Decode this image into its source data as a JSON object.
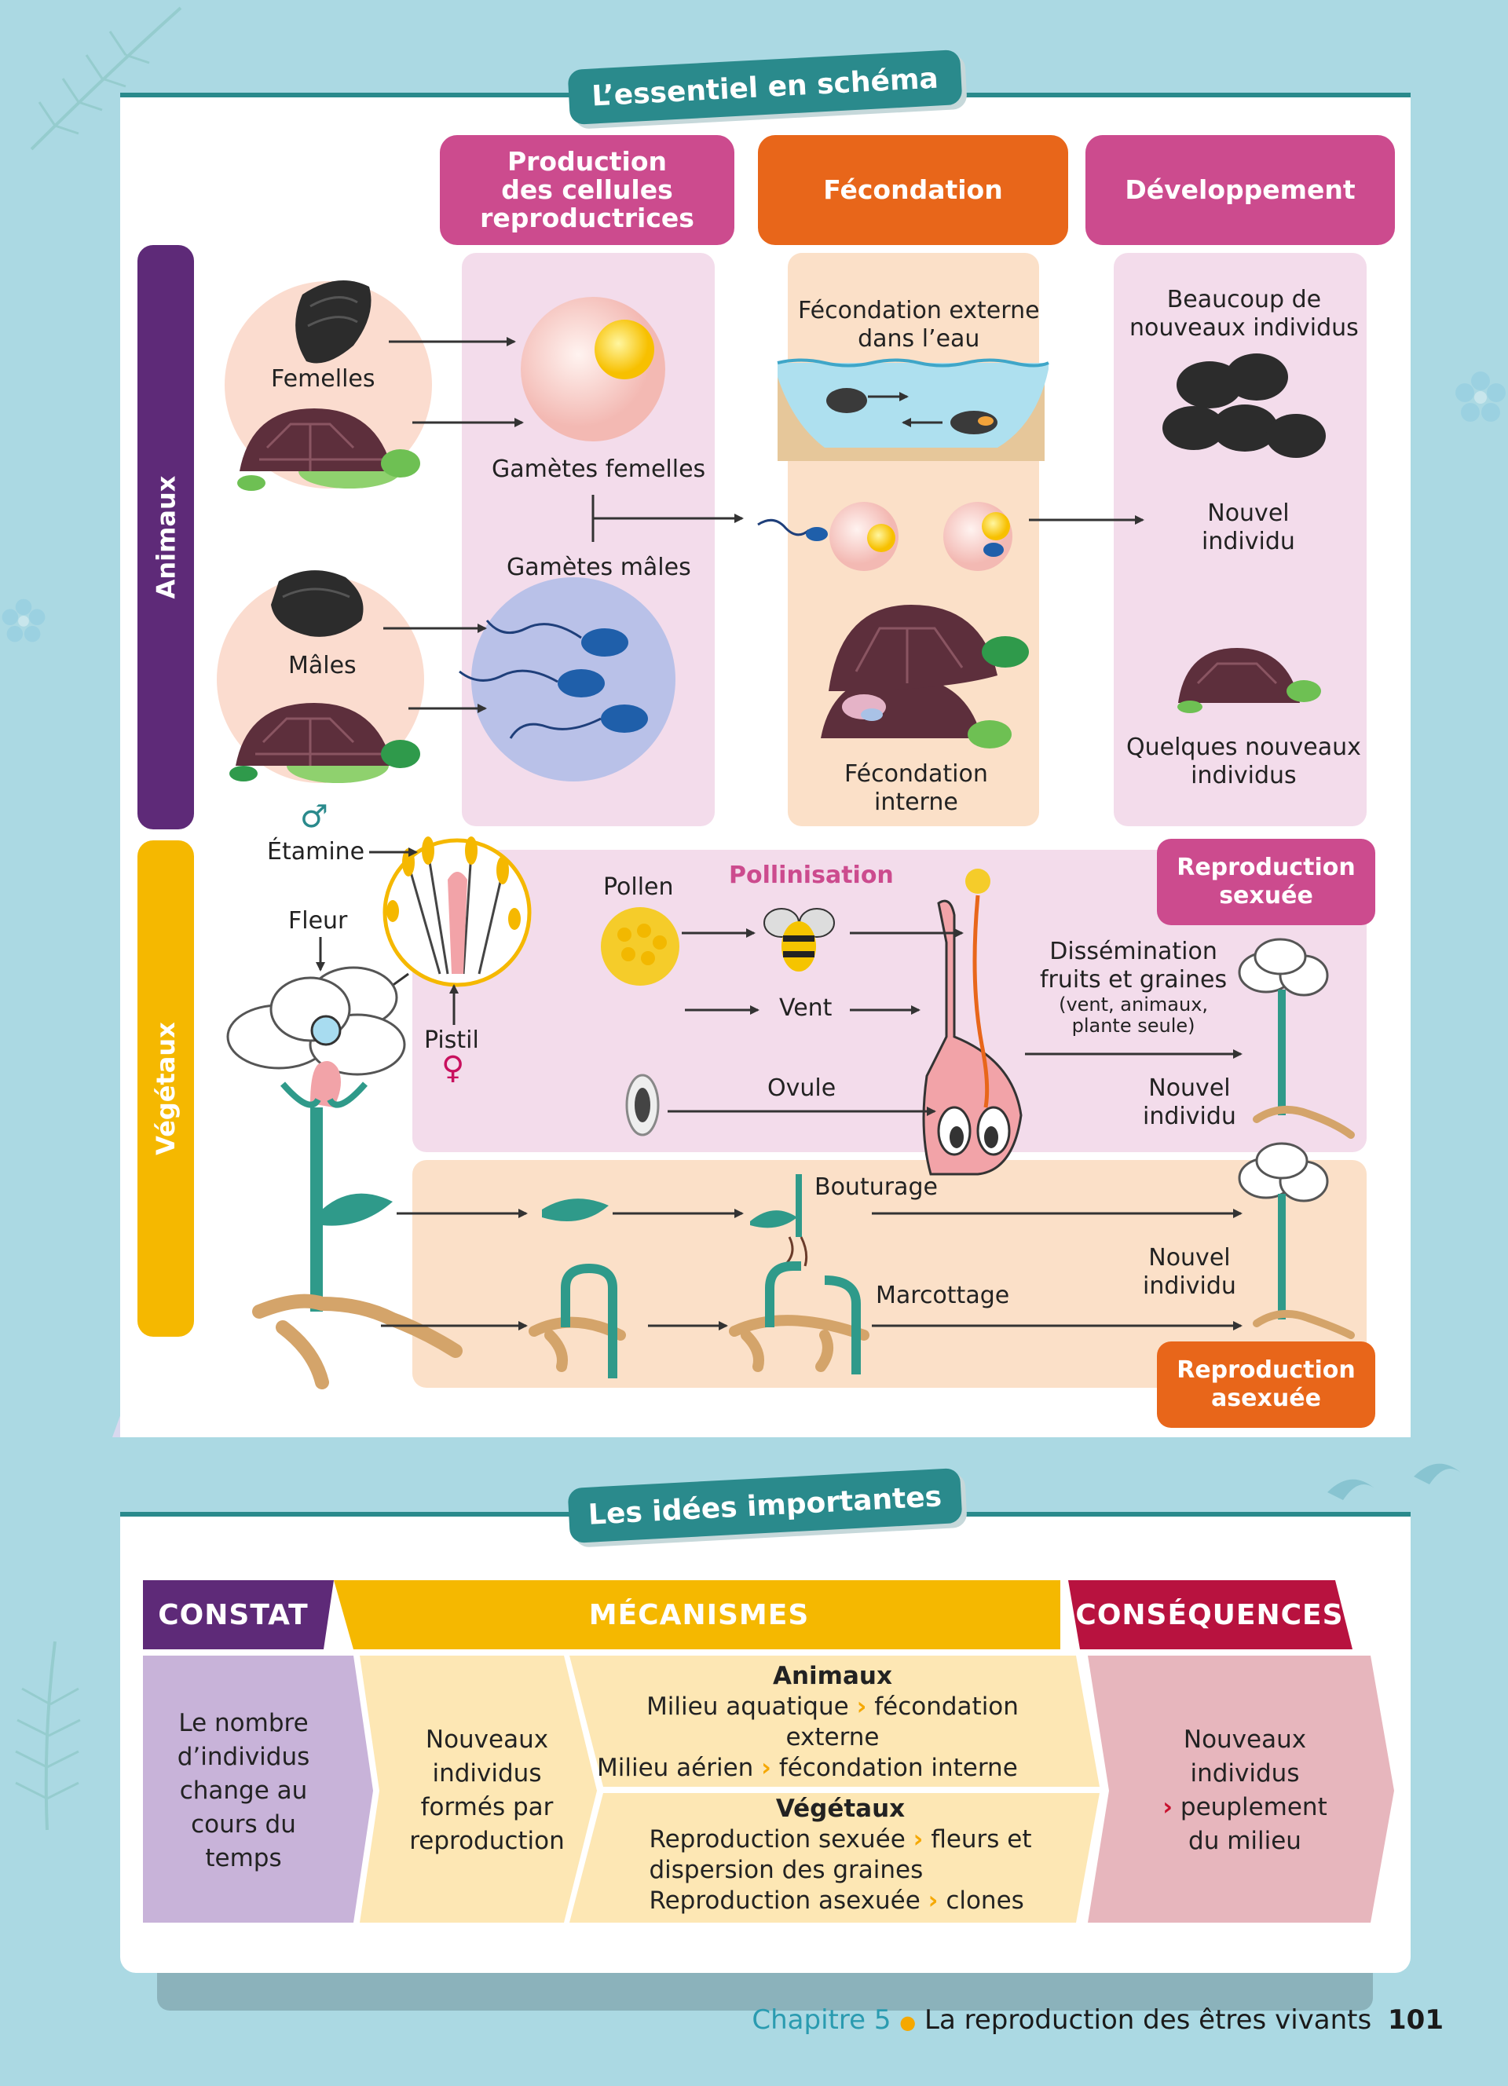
{
  "schema": {
    "title": "L’essentiel en schéma",
    "headers": {
      "production": "Production des cellules reproductrices",
      "production_l1": "Production",
      "production_l2": "des cellules",
      "production_l3": "reproductrices",
      "fecondation": "Fécondation",
      "developpement": "Développement"
    },
    "side": {
      "animaux": "Animaux",
      "vegetaux": "Végétaux"
    },
    "animals": {
      "femelles": "Femelles",
      "males": "Mâles",
      "gametes_femelles": "Gamètes femelles",
      "gametes_males": "Gamètes mâles",
      "fec_externe_l1": "Fécondation externe",
      "fec_externe_l2": "dans l’eau",
      "fec_interne_l1": "Fécondation",
      "fec_interne_l2": "interne",
      "beaucoup_l1": "Beaucoup de",
      "beaucoup_l2": "nouveaux individus",
      "nouvel_l1": "Nouvel",
      "nouvel_l2": "individu",
      "quelques_l1": "Quelques nouveaux",
      "quelques_l2": "individus"
    },
    "plants": {
      "male_symbol": "♂",
      "female_symbol": "♀",
      "etamine": "Étamine",
      "fleur": "Fleur",
      "pistil": "Pistil",
      "pollen": "Pollen",
      "pollinisation": "Pollinisation",
      "vent": "Vent",
      "ovule": "Ovule",
      "dissemination_l1": "Dissémination",
      "dissemination_l2": "fruits et graines",
      "dissemination_l3": "(vent, animaux,",
      "dissemination_l4": "plante seule)",
      "nouvel_l1": "Nouvel",
      "nouvel_l2": "individu",
      "bouturage": "Bouturage",
      "marcottage": "Marcottage",
      "repro_sexuee_l1": "Reproduction",
      "repro_sexuee_l2": "sexuée",
      "repro_asexuee_l1": "Reproduction",
      "repro_asexuee_l2": "asexuée"
    }
  },
  "ideas": {
    "title": "Les idées importantes",
    "headers": {
      "constat": "CONSTAT",
      "mecanismes": "MÉCANISMES",
      "consequences": "CONSÉQUENCES"
    },
    "constat": [
      "Le nombre",
      "d’individus",
      "change au",
      "cours du",
      "temps"
    ],
    "mecanismes_left": [
      "Nouveaux",
      "individus",
      "formés par",
      "reproduction"
    ],
    "animaux": {
      "title": "Animaux",
      "l1_a": "Milieu aquatique",
      "l1_b": "fécondation externe",
      "l2_a": "Milieu aérien",
      "l2_b": "fécondation interne"
    },
    "vegetaux": {
      "title": "Végétaux",
      "l1_a": "Reproduction sexuée",
      "l1_b": "fleurs et",
      "l2": "dispersion des graines",
      "l3_a": "Reproduction asexuée",
      "l3_b": "clones"
    },
    "consequences": {
      "l1": "Nouveaux",
      "l2": "individus",
      "l3": "peuplement",
      "l4": "du milieu"
    },
    "chevron": "›"
  },
  "footer": {
    "chapter": "Chapitre 5",
    "bullet": "●",
    "title": "La reproduction des êtres vivants",
    "page": "101"
  },
  "colors": {
    "background": "#abd9e3",
    "teal": "#2a8a8c",
    "magenta": "#cc4b8e",
    "orange": "#e8661a",
    "purple": "#5e2a78",
    "yellow": "#f5b800",
    "crimson": "#b8123f"
  }
}
